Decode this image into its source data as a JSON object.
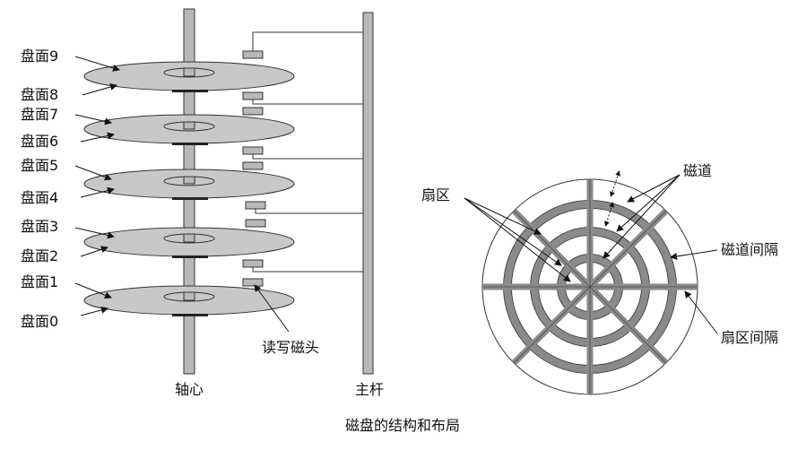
{
  "caption": "磁盘的结构和布局",
  "left": {
    "surfaces": [
      "盘面0",
      "盘面1",
      "盘面2",
      "盘面3",
      "盘面4",
      "盘面5",
      "盘面6",
      "盘面7",
      "盘面8",
      "盘面9"
    ],
    "spindle": "轴心",
    "arm": "主杆",
    "head": "读写磁头"
  },
  "right": {
    "track": "磁道",
    "sector": "扇区",
    "track_gap": "磁道间隔",
    "sector_gap": "扇区间隔"
  },
  "colors": {
    "platter": "#c8c8c8",
    "band": "#8a8a8a",
    "line": "#222222"
  }
}
